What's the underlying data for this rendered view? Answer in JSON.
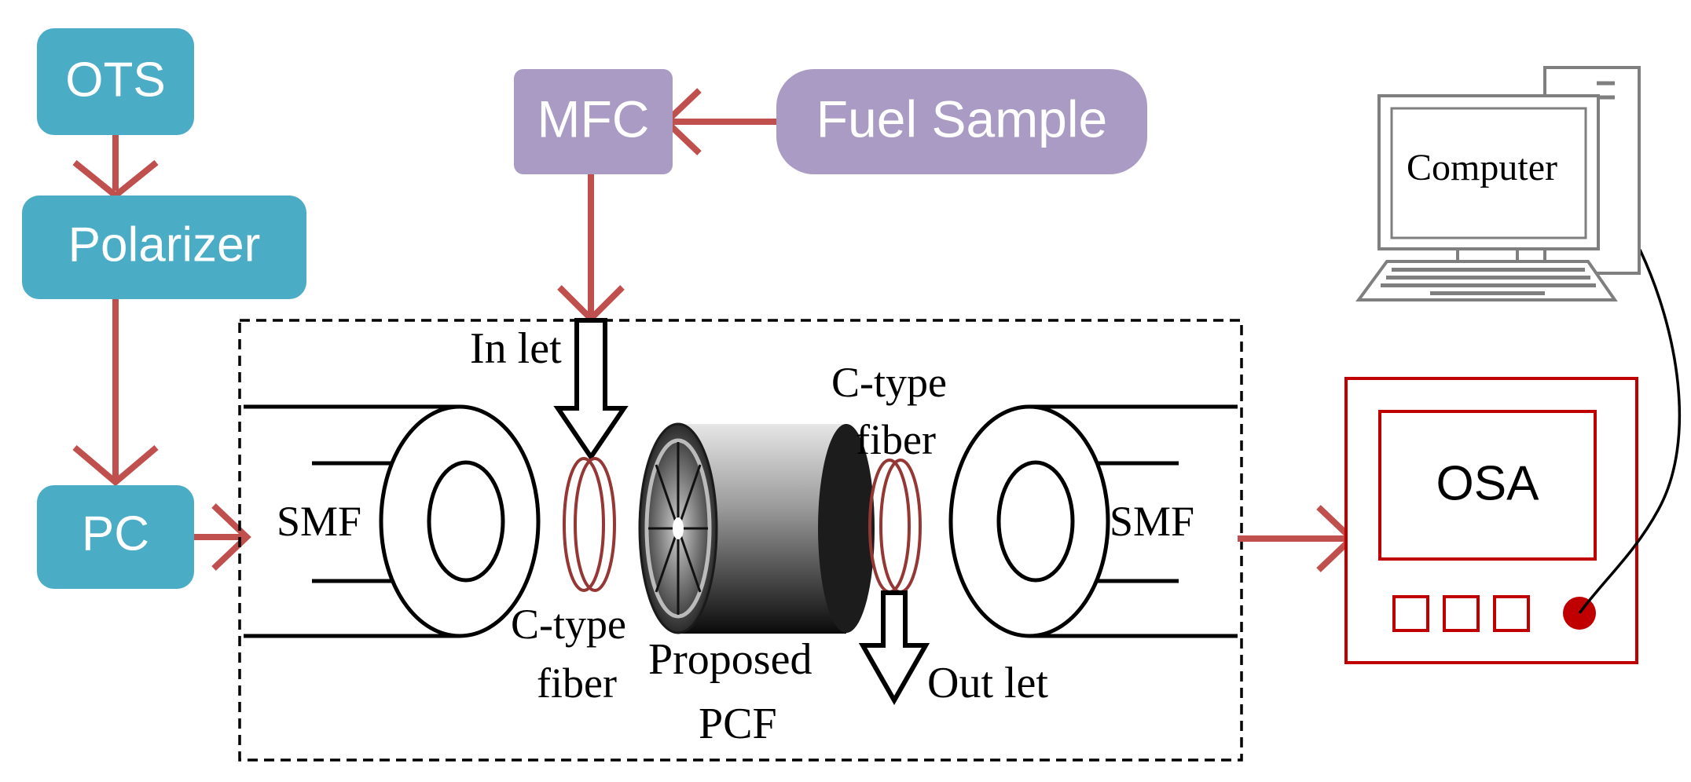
{
  "colors": {
    "teal_box": "#4BACC6",
    "purple_box": "#A99BC4",
    "arrow_red": "#C0504D",
    "osa_red": "#C00000",
    "fiber_brown": "#953735",
    "computer_gray": "#7F7F7F"
  },
  "boxes": {
    "ots": "OTS",
    "polarizer": "Polarizer",
    "pc": "PC",
    "mfc": "MFC",
    "fuel_sample": "Fuel Sample"
  },
  "computer": {
    "label": "Computer"
  },
  "osa": {
    "label": "OSA"
  },
  "setup": {
    "smf_left": "SMF",
    "smf_right": "SMF",
    "inlet": "In let",
    "outlet": "Out let",
    "ctype_left": [
      "C-type",
      "fiber"
    ],
    "ctype_right": [
      "C-type",
      "fiber"
    ],
    "pcf": [
      "Proposed",
      "PCF"
    ]
  },
  "icons": [
    "computer-icon",
    "osa-device-icon",
    "fiber-coil-icon",
    "pcf-cylinder-icon"
  ]
}
